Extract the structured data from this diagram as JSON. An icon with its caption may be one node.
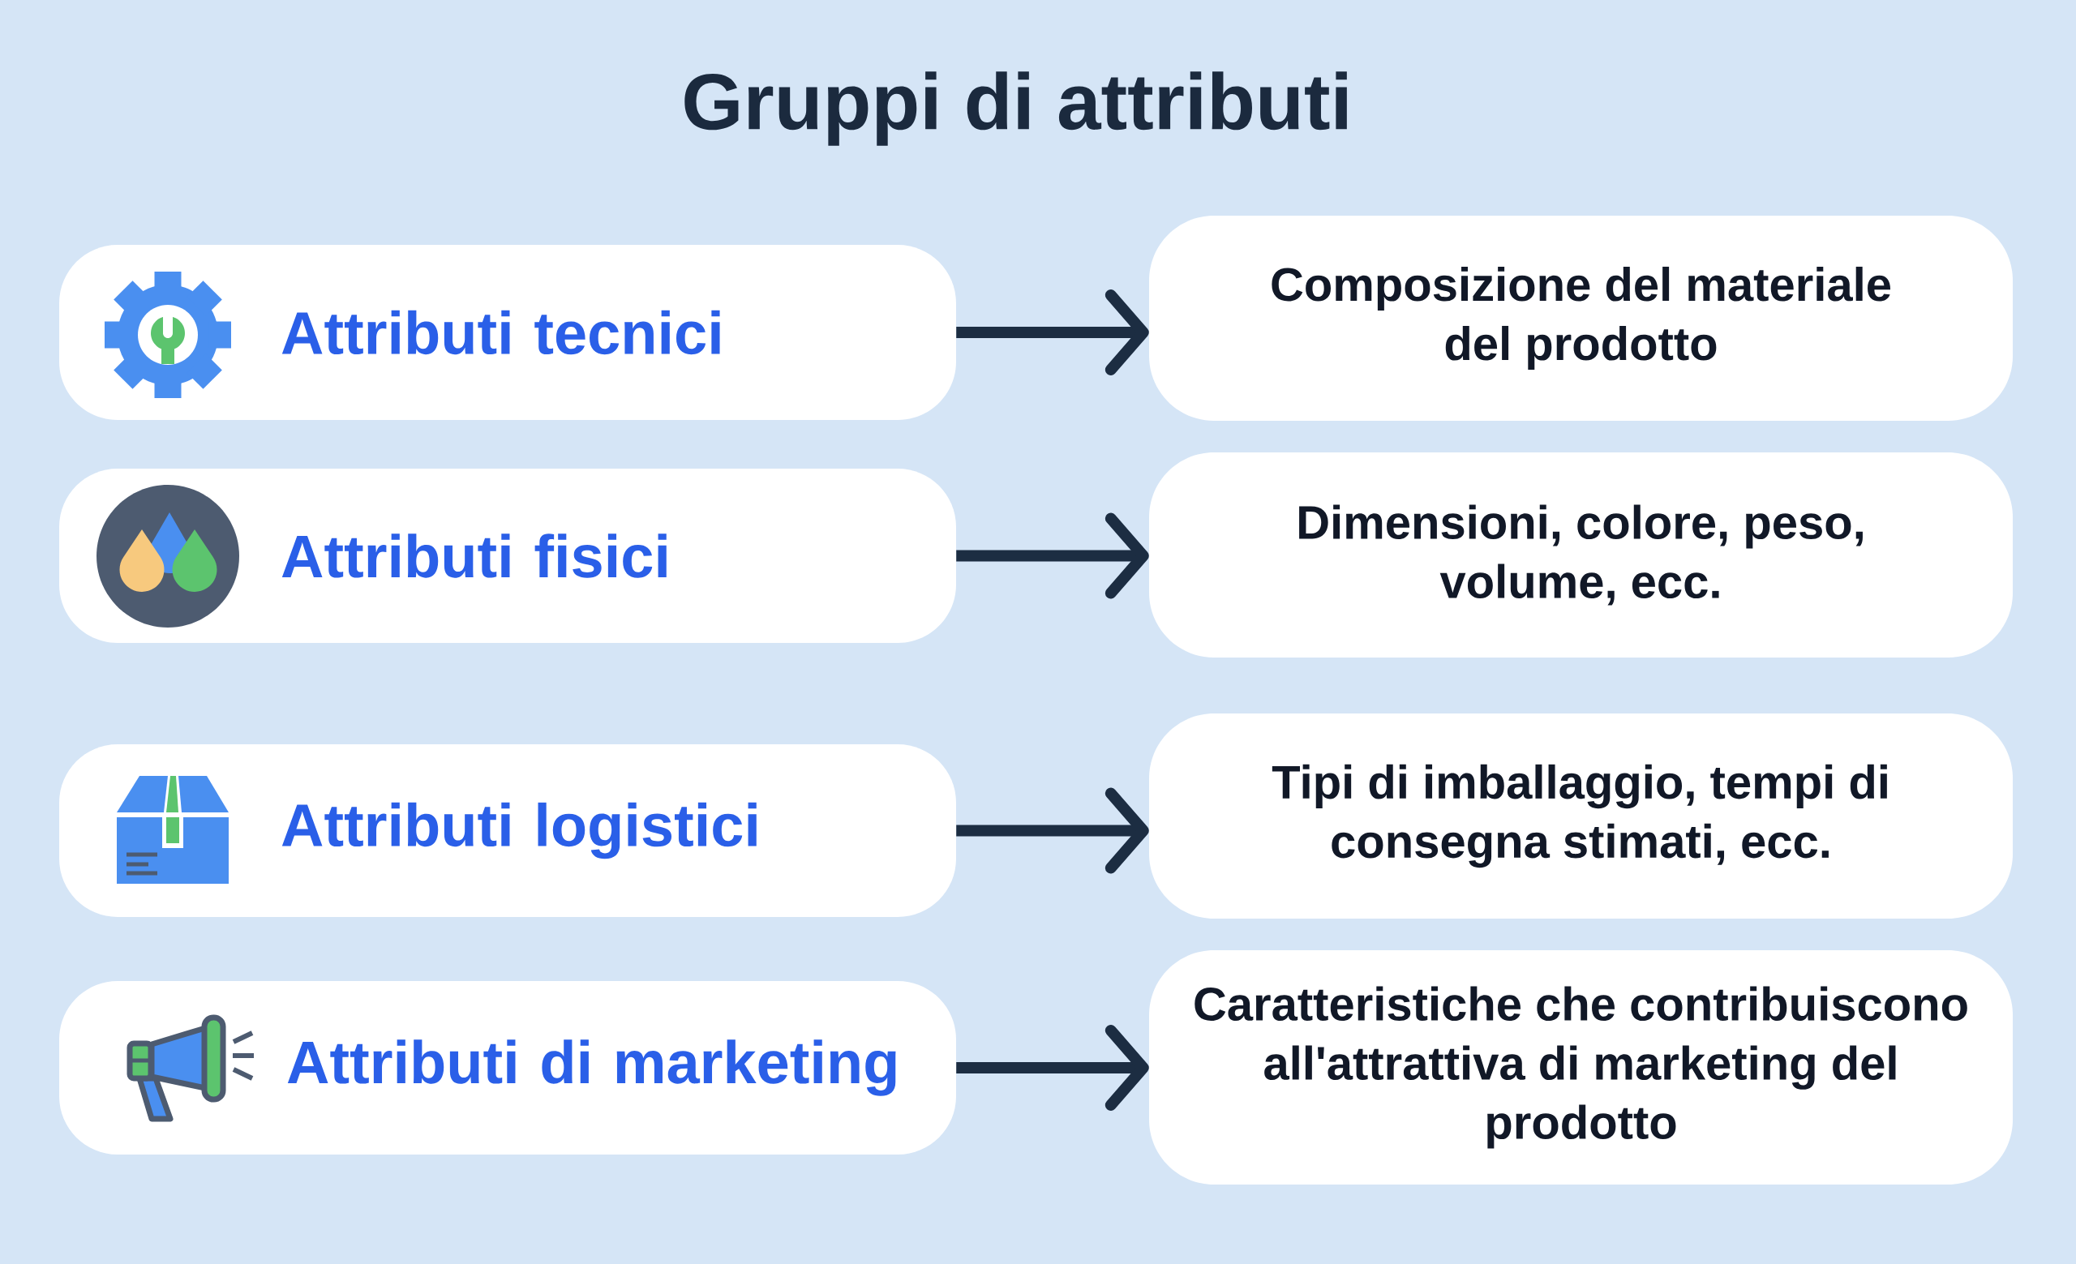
{
  "diagram": {
    "title": "Gruppi di attributi",
    "nodes": [
      {
        "text": [
          "Attributi tecnici"
        ]
      },
      {
        "text": [
          "Composizione del materiale del prodotto"
        ]
      },
      {
        "text": [
          "Attributi fisici"
        ]
      },
      {
        "text": [
          "Dimensioni, colore, peso, volume, ecc."
        ]
      },
      {
        "text": [
          "Attributi logistici"
        ]
      },
      {
        "text": [
          "Tipi di imballaggio, tempi di consegna stimati, ecc."
        ]
      },
      {
        "text": [
          "Attributi di marketing"
        ]
      },
      {
        "text": [
          "Caratteristiche che contribuiscono all'attrattiva di marketing del prodotto"
        ]
      }
    ],
    "edges": [
      {
        "from": 0,
        "to": 1,
        "arrow": "to"
      },
      {
        "from": 2,
        "to": 3,
        "arrow": "to"
      },
      {
        "from": 4,
        "to": 5,
        "arrow": "to"
      },
      {
        "from": 6,
        "to": 7,
        "arrow": "to"
      }
    ]
  }
}
